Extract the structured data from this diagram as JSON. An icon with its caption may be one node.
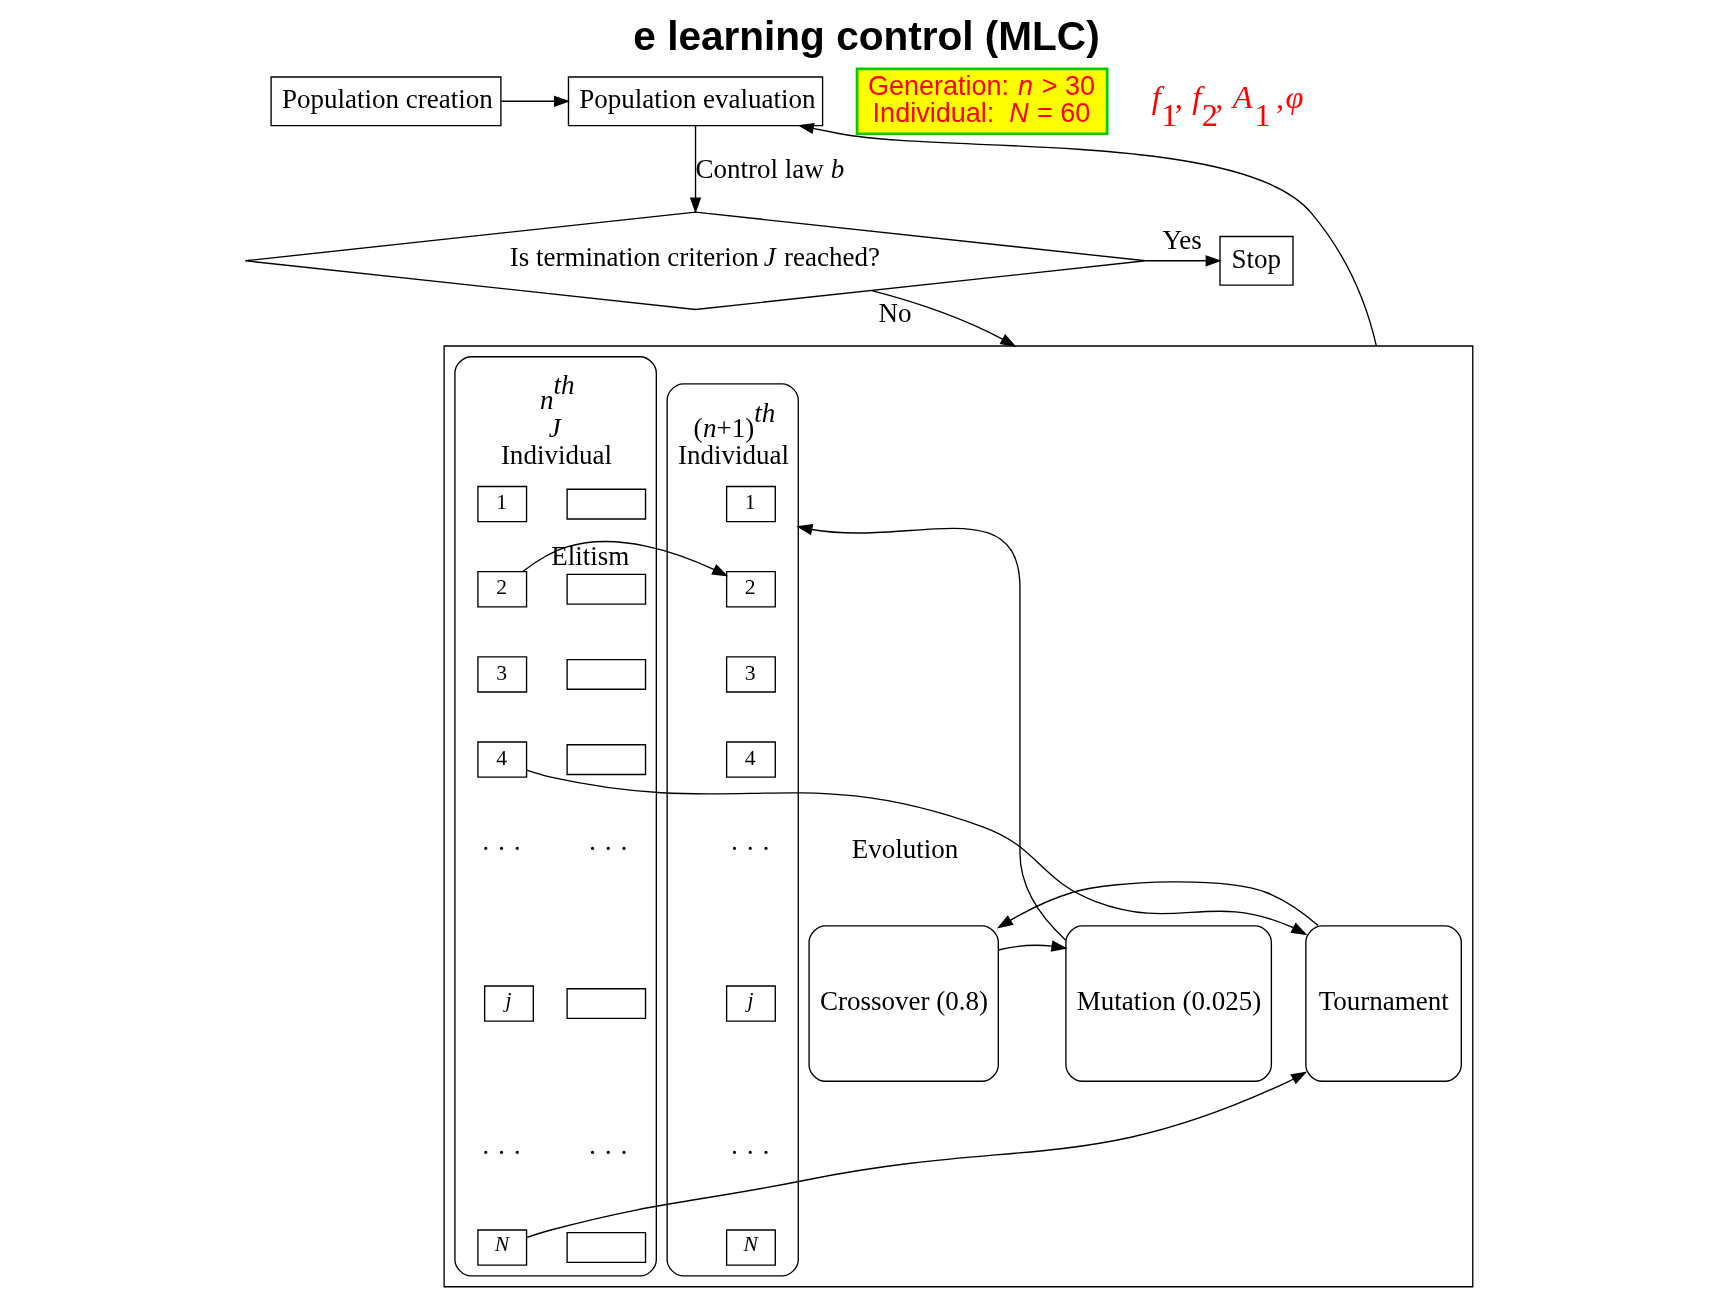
{
  "diagram": {
    "title": "e learning control (MLC)",
    "nodes": [
      {
        "text": [
          "Population creation"
        ]
      },
      {
        "text": [
          "Population evaluation"
        ]
      },
      {
        "text": [
          "Is termination criterion *J* reached?"
        ]
      },
      {
        "text": [
          "Stop"
        ]
      },
      {
        "text": [],
        "shape": "box"
      },
      {
        "text": [
          "*n*$^{th}$",
          "*J*",
          "Individual"
        ],
        "in": 4
      },
      {
        "text": [],
        "shape": "bar",
        "in": 5
      },
      {
        "text": [],
        "shape": "bar",
        "in": 5
      },
      {
        "text": [],
        "shape": "bar",
        "in": 5
      },
      {
        "text": [],
        "shape": "bar",
        "in": 5
      },
      {
        "text": [],
        "shape": "bar",
        "in": 5
      },
      {
        "text": [],
        "shape": "bar",
        "in": 5
      },
      {
        "text": [
          "1"
        ],
        "in": 5
      },
      {
        "text": [
          "2"
        ],
        "in": 5
      },
      {
        "text": [
          "3"
        ],
        "in": 5
      },
      {
        "text": [
          "4"
        ],
        "in": 5
      },
      {
        "text": [
          "*j*"
        ],
        "in": 5
      },
      {
        "text": [
          "*N*"
        ],
        "in": 5
      },
      {
        "text": [
          "Tournament"
        ],
        "in": 4
      },
      {
        "text": [
          "Crossover (0.8)"
        ],
        "in": 4
      },
      {
        "text": [
          "Mutation (0.025)"
        ],
        "in": 4
      },
      {
        "text": [
          "(*n*+1)$^{th}$",
          "Individual"
        ],
        "in": 4
      },
      {
        "text": [
          "1"
        ],
        "in": 21
      },
      {
        "text": [
          "2"
        ],
        "in": 21
      },
      {
        "text": [
          "3"
        ],
        "in": 21
      },
      {
        "text": [
          "4"
        ],
        "in": 21
      },
      {
        "text": [
          "*j*"
        ],
        "in": 21
      },
      {
        "text": [
          "*N*"
        ],
        "in": 21
      },
      {
        "text": [
          "Generation: *n* > 30",
          "Individual:  *N* = 60"
        ]
      }
    ],
    "edges": [
      {
        "from": 0,
        "to": 1,
        "arrow": "to"
      },
      {
        "from": 1,
        "to": 2,
        "arrow": "to",
        "label": "Control law *b*"
      },
      {
        "from": 2,
        "to": 3,
        "arrow": "to",
        "label": "Yes"
      },
      {
        "from": 2,
        "to": 4,
        "arrow": "to",
        "label": "No"
      },
      {
        "from": 4,
        "to": 1,
        "arrow": "to"
      },
      {
        "from": 13,
        "to": 23,
        "arrow": "to",
        "label": "Elitism"
      },
      {
        "from": 15,
        "to": 18,
        "arrow": "to"
      },
      {
        "from": 17,
        "to": 18,
        "arrow": "to"
      },
      {
        "from": 18,
        "to": 19,
        "arrow": "to"
      },
      {
        "from": 19,
        "to": 20,
        "arrow": "to"
      },
      {
        "from": 20,
        "to": 21,
        "arrow": "to"
      }
    ],
    "labels": [
      "*f*$_{1}$, *f*$_{2}$, *A*$_{1}$ ,*φ*",
      "Evolution",
      "· · ·",
      "· · ·",
      "· · ·",
      "· · ·",
      "· · ·",
      "· · ·"
    ]
  }
}
